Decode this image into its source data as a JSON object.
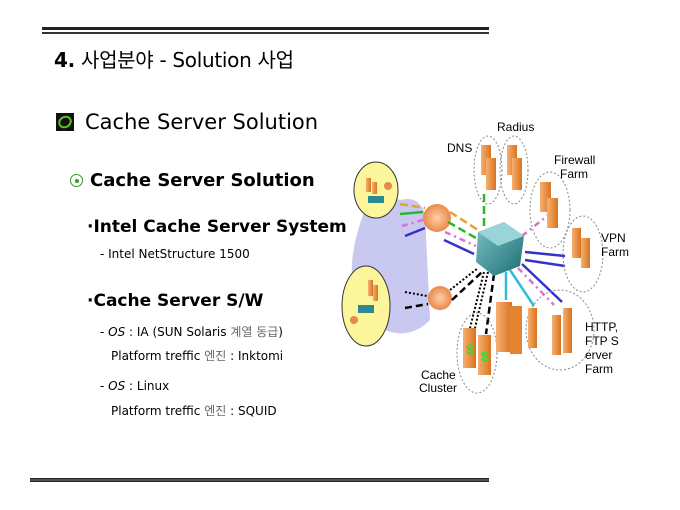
{
  "title": {
    "number": "4.",
    "text": "사업분야 - Solution 사업"
  },
  "section": {
    "heading": "Cache Server Solution",
    "subheading": "Cache Server Solution",
    "items": [
      {
        "title": "Intel Cache Server System",
        "details": [
          "- Intel NetStructure 1500"
        ]
      },
      {
        "title": "Cache Server S/W",
        "details": [
          {
            "dash": "- ",
            "os_label": "OS",
            "os_value": " : IA (SUN Solaris ",
            "os_ko": "계열 동급",
            "os_close": ")"
          },
          {
            "prefix": "Platform treffic ",
            "ko": "엔진",
            "suffix": " : Inktomi"
          },
          {
            "dash": "- ",
            "os_label": "OS",
            "os_value": " : Linux"
          },
          {
            "prefix": "Platform treffic ",
            "ko": "엔진",
            "suffix": " : SQUID"
          }
        ]
      }
    ]
  },
  "diagram": {
    "labels": {
      "radius": "Radius",
      "dns": "DNS",
      "firewall": [
        "Firewall",
        "Farm"
      ],
      "vpn": [
        "VPN",
        "Farm"
      ],
      "http": [
        "HTTP,",
        "FTP S",
        "erver",
        "Farm"
      ],
      "cache": [
        "Cache",
        "Cluster"
      ]
    },
    "colors": {
      "orange_link": "#e8a030",
      "green_link": "#2db52d",
      "pink_link": "#e070d0",
      "blue_link": "#3333cc",
      "cyan_link": "#33bbdd",
      "cloud": "#c8c8f0",
      "client_bubble": "#fbf59c",
      "server": "#e98b3a",
      "switch": "#2a8a90"
    }
  }
}
